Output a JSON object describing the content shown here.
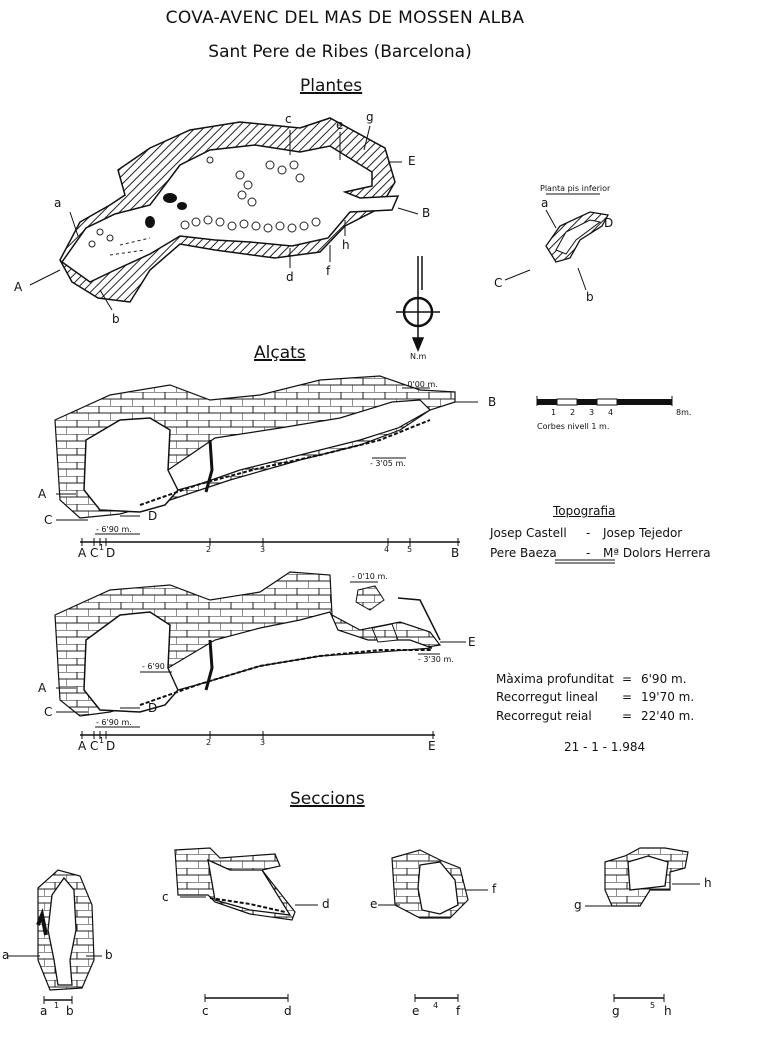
{
  "header": {
    "title": "COVA-AVENC DEL MAS DE MOSSEN ALBA",
    "subtitle": "Sant Pere de Ribes (Barcelona)"
  },
  "sections": {
    "plan": "Plantes",
    "elevation": "Alçats",
    "sections": "Seccions"
  },
  "plan": {
    "labels": {
      "a": "a",
      "b": "b",
      "c": "c",
      "d": "d",
      "e": "e",
      "f": "f",
      "g": "g",
      "h": "h",
      "A": "A",
      "B": "B",
      "E": "E"
    },
    "lower_floor": {
      "title": "Planta pis inferior",
      "labels": {
        "a": "a",
        "b": "b",
        "C": "C",
        "D": "D"
      }
    },
    "north": "N.m"
  },
  "scale": {
    "ticks": [
      "1",
      "2",
      "3",
      "4",
      "8m."
    ],
    "contour_note": "Corbes nivell 1 m."
  },
  "elevation1": {
    "depths": {
      "top": "- 0'00 m.",
      "mid": "- 3'05 m.",
      "bottom": "- 6'90 m."
    },
    "labels": {
      "A": "A",
      "B": "B",
      "C": "C",
      "D": "D"
    },
    "axis": {
      "A": "A",
      "C": "C",
      "C1": "1",
      "D": "D",
      "p2": "2",
      "p3": "3",
      "p4": "4",
      "p5": "5",
      "B": "B"
    }
  },
  "elevation2": {
    "depths": {
      "top": "- 0'10 m.",
      "mid": "- 3'30 m.",
      "inner": "- 6'90",
      "bottom": "- 6'90 m."
    },
    "labels": {
      "A": "A",
      "C": "C",
      "D": "D",
      "E": "E"
    },
    "axis": {
      "A": "A",
      "C": "C",
      "C1": "1",
      "D": "D",
      "p2": "2",
      "p3": "3",
      "E": "E"
    }
  },
  "topography": {
    "heading": "Topografia",
    "row1": {
      "left": "Josep Castell",
      "sep": "-",
      "right": "Josep Tejedor"
    },
    "row2": {
      "left": "Pere Baeza",
      "sep": "-",
      "right": "Mª Dolors Herrera"
    }
  },
  "stats": {
    "depth": {
      "label": "Màxima profunditat",
      "eq": "=",
      "value": "6'90 m."
    },
    "linear": {
      "label": "Recorregut lineal",
      "eq": "=",
      "value": "19'70 m."
    },
    "real": {
      "label": "Recorregut reial",
      "eq": "=",
      "value": "22'40 m."
    },
    "date": "21 - 1 - 1.984"
  },
  "cross_sections": {
    "ab": {
      "left": "a",
      "right": "b",
      "mid": "1"
    },
    "cd": {
      "left": "c",
      "right": "d"
    },
    "ef": {
      "left": "e",
      "right": "f",
      "mid": "4"
    },
    "gh": {
      "left": "g",
      "right": "h",
      "mid": "5"
    }
  }
}
